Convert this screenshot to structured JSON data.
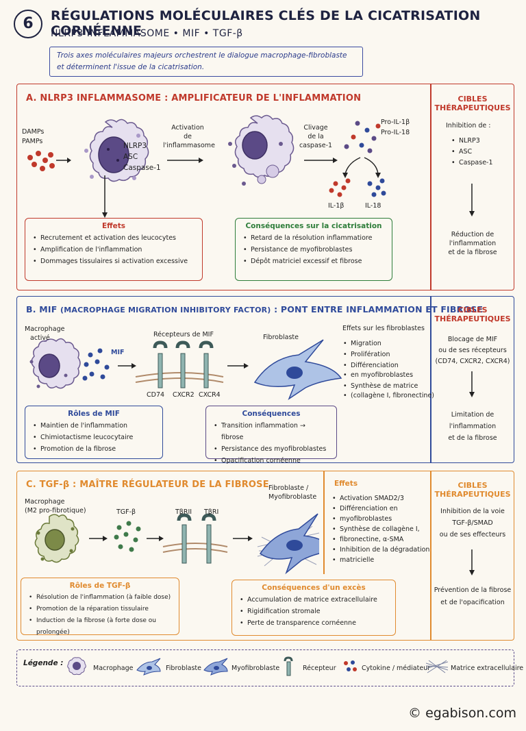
{
  "header": {
    "number": "6",
    "title": "RÉGULATIONS MOLÉCULAIRES CLÉS DE LA CICATRISATION CORNÉENNE",
    "subtitle": "NLRP3 INFLAMMASOME • MIF • TGF-β",
    "intro_line1": "Trois axes moléculaires majeurs orchestrent le dialogue macrophage-fibroblaste",
    "intro_line2": "et déterminent l'issue de la cicatrisation."
  },
  "colors": {
    "red": "#c0392b",
    "blue": "#2f4a9a",
    "orange": "#e08a2e",
    "green": "#2e7d3a",
    "navy": "#1e2240"
  },
  "section_a": {
    "title": "A. NLRP3 INFLAMMASOME : AMPLIFICATEUR DE L'INFLAMMATION",
    "damps": "DAMPs",
    "pamps": "PAMPs",
    "cell_labels": [
      "NLRP3",
      "ASC",
      "Caspase-1"
    ],
    "activation_lines": [
      "Activation",
      "de",
      "l'inflammasome"
    ],
    "clivage_lines": [
      "Clivage",
      "de la",
      "caspase-1"
    ],
    "pro_il1b": "Pro-IL-1β",
    "pro_il18": "Pro-IL-18",
    "il1b": "IL-1β",
    "il18": "IL-18",
    "effets_title": "Effets",
    "effets": [
      "Recrutement et activation des leucocytes",
      "Amplification de l'inflammation",
      "Dommages tissulaires si activation excessive"
    ],
    "cons_title": "Conséquences sur la cicatrisation",
    "cons": [
      "Retard de la résolution inflammatiore",
      "Persistance de myofibroblastes",
      "Dépôt matriciel excessif et fibrose"
    ],
    "cible_title": "CIBLES THÉRAPEUTIQUES",
    "cible_intro": "Inhibition de :",
    "cible_items": [
      "NLRP3",
      "ASC",
      "Caspase-1"
    ],
    "cible_result_1": "Réduction de l'inflammation",
    "cible_result_2": "et de la fibrose"
  },
  "section_b": {
    "title_prefix": "B. MIF",
    "title_paren": "(MACROPHAGE MIGRATION INHIBITORY FACTOR)",
    "title_suffix": ": PONT ENTRE INFLAMMATION ET FIBROSE",
    "macrophage_1": "Macrophage",
    "macrophage_2": "activé",
    "mif": "MIF",
    "receptors_title": "Récepteurs de MIF",
    "receptors": [
      "CD74",
      "CXCR2",
      "CXCR4"
    ],
    "fibroblaste": "Fibroblaste",
    "effets_title": "Effets sur les fibroblastes",
    "effets": [
      "Migration",
      "Prolifération",
      "Différenciation",
      "en myofibroblastes",
      "Synthèse de matrice",
      "(collagène I, fibronectine)"
    ],
    "roles_title": "Rôles de MIF",
    "roles": [
      "Maintien de l'inflammation",
      "Chimiotactisme leucocytaire",
      "Promotion de la fibrose"
    ],
    "cons_title": "Conséquences",
    "cons": [
      "Transition inflammation → fibrose",
      "Persistance des myofibroblastes",
      "Opacification cornéenne"
    ],
    "cible_title": "CIBLES THÉRAPEUTIQUES",
    "cible_lines": [
      "Blocage de MIF",
      "ou de ses récepteurs",
      "(CD74, CXCR2, CXCR4)"
    ],
    "cible_result": [
      "Limitation de",
      "l'inflammation",
      "et de la fibrose"
    ]
  },
  "section_c": {
    "title_prefix": "C. TGF-β :",
    "title_suffix": "MAÎTRE RÉGULATEUR DE LA FIBROSE",
    "macrophage_1": "Macrophage",
    "macrophage_2": "(M2 pro-fibrotique)",
    "tgfb": "TGF-β",
    "receptors": [
      "TβRII",
      "TβRI"
    ],
    "fibro_1": "Fibroblaste /",
    "fibro_2": "Myofibroblaste",
    "effets_title": "Effets",
    "effets": [
      "Activation SMAD2/3",
      "Différenciation en",
      "myofibroblastes",
      "Synthèse de collagène I,",
      "fibronectine, α-SMA",
      "Inhibition de la dégradation",
      "matricielle"
    ],
    "roles_title": "Rôles de TGF-β",
    "roles": [
      "Résolution de l'inflammation (à faible dose)",
      "Promotion de la réparation tissulaire",
      "Induction de la fibrose (à forte dose ou prolongée)"
    ],
    "cons_title": "Conséquences d'un excès",
    "cons": [
      "Accumulation de matrice extracellulaire",
      "Rigidification stromale",
      "Perte de transparence cornéenne"
    ],
    "cible_title": "CIBLES THÉRAPEUTIQUES",
    "cible_lines": [
      "Inhibition de la voie",
      "TGF-β/SMAD",
      "ou de ses effecteurs"
    ],
    "cible_result": [
      "Prévention de la fibrose",
      "et de l'opacification"
    ]
  },
  "legend": {
    "title": "Légende :",
    "items": [
      "Macrophage",
      "Fibroblaste",
      "Myofibroblaste",
      "Récepteur",
      "Cytokine / médiateur",
      "Matrice extracellulaire"
    ]
  },
  "copyright": "© egabison.com"
}
